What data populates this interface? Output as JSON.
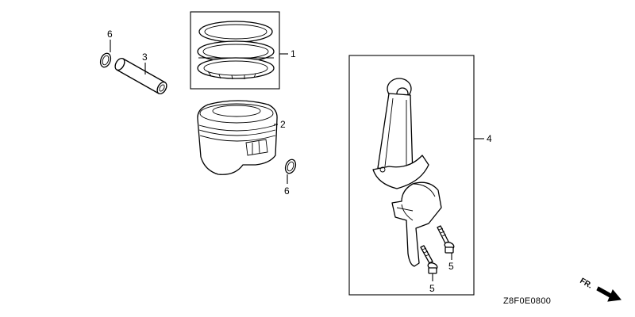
{
  "callouts": {
    "piston_ring_set": "1",
    "piston": "2",
    "piston_pin": "3",
    "connecting_rod_assy": "4",
    "rod_bolt_front": "5",
    "rod_bolt_rear": "5",
    "pin_clip_top": "6",
    "pin_clip_bottom": "6"
  },
  "diagram_code": "Z8F0E0800",
  "direction_label": "FR."
}
